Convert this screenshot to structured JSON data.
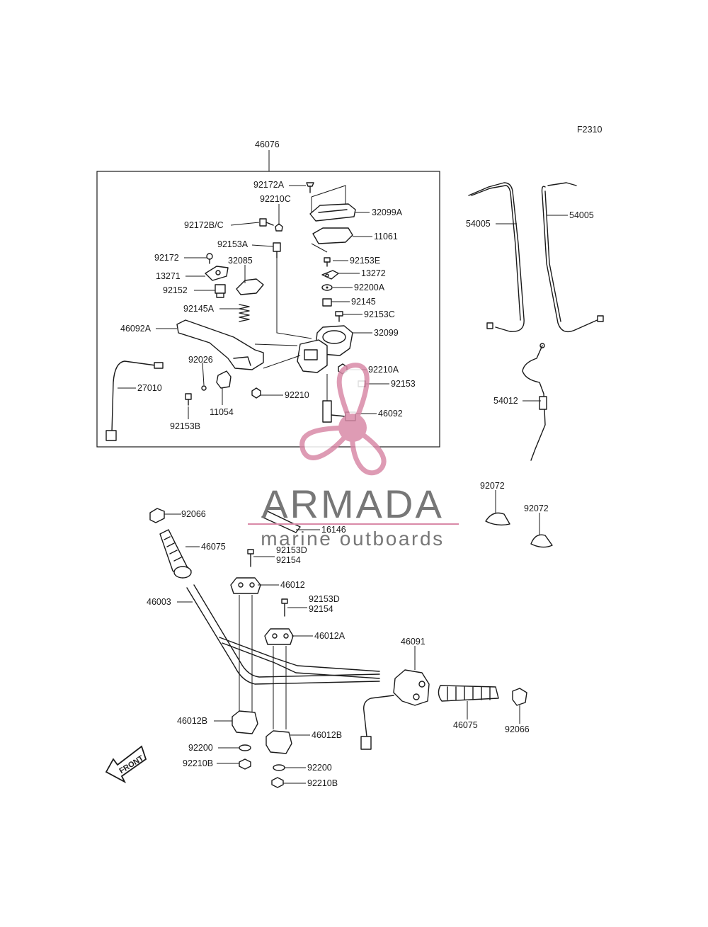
{
  "diagram_code": "F2310",
  "assembly_label": "46076",
  "watermark": {
    "brand": "ARMADA",
    "tagline": "marine outboards",
    "accent_color": "#d98aa8",
    "text_color": "#777777"
  },
  "front_marker": "FRONT",
  "parts": {
    "p92172A": "92172A",
    "p92210C": "92210C",
    "p92172BC": "92172B/C",
    "p32099A": "32099A",
    "p11061": "11061",
    "p92153A": "92153A",
    "p92172": "92172",
    "p92153E": "92153E",
    "p32085": "32085",
    "p13271": "13271",
    "p13272": "13272",
    "p92200A": "92200A",
    "p92152": "92152",
    "p92145": "92145",
    "p92145A": "92145A",
    "p92153C": "92153C",
    "p46092A": "46092A",
    "p32099": "32099",
    "p92026": "92026",
    "p92210A": "92210A",
    "p27010": "27010",
    "p92153": "92153",
    "p11054": "11054",
    "p92210": "92210",
    "p46092": "46092",
    "p92153B": "92153B",
    "p54005a": "54005",
    "p54005b": "54005",
    "p54012": "54012",
    "p92072a": "92072",
    "p92072b": "92072",
    "p92066a": "92066",
    "p16146": "16146",
    "p46075a": "46075",
    "p92153D1": "92153D",
    "p921541": "92154",
    "p46012": "46012",
    "p46003": "46003",
    "p92153D2": "92153D",
    "p921542": "92154",
    "p46012A": "46012A",
    "p46091": "46091",
    "p46012B1": "46012B",
    "p46075b": "46075",
    "p92066b": "92066",
    "p46012B2": "46012B",
    "p922001": "92200",
    "p92210B1": "92210B",
    "p922002": "92200",
    "p92210B2": "92210B"
  }
}
